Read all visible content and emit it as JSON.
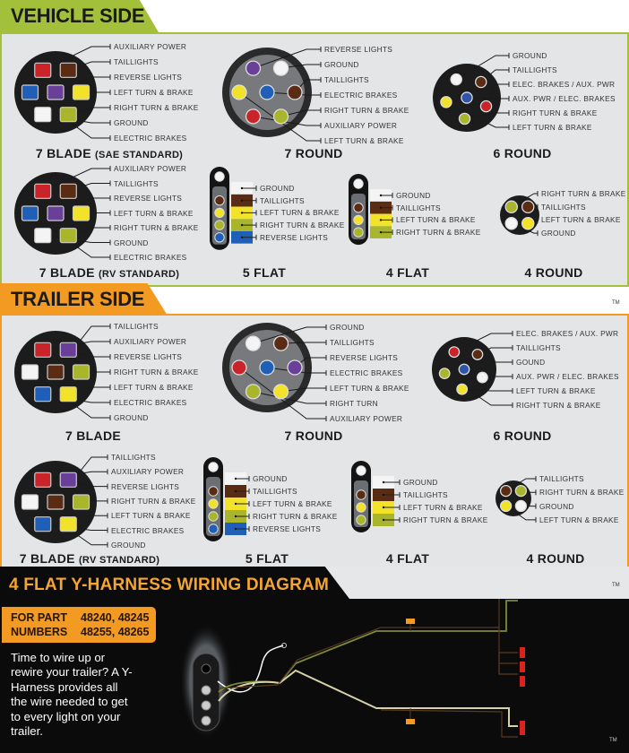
{
  "wire_colors": {
    "GROUND": "#f4f4f4",
    "TAILLIGHTS": "#5a2c14",
    "LEFT TURN & BRAKE": "#f2e22a",
    "RIGHT TURN & BRAKE": "#a9b52a",
    "REVERSE LIGHTS": "#6a3f9a",
    "ELECTRIC BRAKES": "#1f5fb8",
    "AUXILIARY POWER": "#c8242a",
    "ELEC. BRAKES / AUX. PWR": "#c8242a",
    "AUX. PWR / ELEC. BRAKES": "#2f55a8",
    "RIGHT TURN": "#a9b52a",
    "GOUND": "#f4f4f4",
    "flat_reverse": "#1f5fb8"
  },
  "vehicle_side": {
    "title": "VEHICLE SIDE",
    "connectors": [
      {
        "title": "7 BLADE",
        "subtitle": "(SAE STANDARD)",
        "labels": [
          "AUXILIARY POWER",
          "TAILLIGHTS",
          "REVERSE LIGHTS",
          "LEFT TURN & BRAKE",
          "RIGHT TURN & BRAKE",
          "GROUND",
          "ELECTRIC BRAKES"
        ]
      },
      {
        "title": "7 ROUND",
        "labels": [
          "REVERSE LIGHTS",
          "GROUND",
          "TAILLIGHTS",
          "ELECTRIC BRAKES",
          "RIGHT TURN & BRAKE",
          "AUXILIARY POWER",
          "LEFT TURN & BRAKE"
        ]
      },
      {
        "title": "6 ROUND",
        "labels": [
          "GROUND",
          "TAILLIGHTS",
          "ELEC. BRAKES / AUX. PWR",
          "AUX. PWR / ELEC. BRAKES",
          "RIGHT TURN & BRAKE",
          "LEFT TURN & BRAKE"
        ]
      },
      {
        "title": "7 BLADE",
        "subtitle": "(RV STANDARD)",
        "labels": [
          "AUXILIARY POWER",
          "TAILLIGHTS",
          "REVERSE LIGHTS",
          "LEFT TURN & BRAKE",
          "RIGHT TURN & BRAKE",
          "GROUND",
          "ELECTRIC BRAKES"
        ]
      },
      {
        "title": "5 FLAT",
        "labels": [
          "GROUND",
          "TAILLIGHTS",
          "LEFT TURN & BRAKE",
          "RIGHT TURN & BRAKE",
          "REVERSE LIGHTS"
        ]
      },
      {
        "title": "4 FLAT",
        "labels": [
          "GROUND",
          "TAILLIGHTS",
          "LEFT TURN & BRAKE",
          "RIGHT TURN & BRAKE"
        ]
      },
      {
        "title": "4 ROUND",
        "labels": [
          "RIGHT TURN & BRAKE",
          "TAILLIGHTS",
          "LEFT TURN & BRAKE",
          "GROUND"
        ]
      }
    ]
  },
  "trailer_side": {
    "title": "TRAILER SIDE",
    "connectors": [
      {
        "title": "7 BLADE",
        "labels": [
          "TAILLIGHTS",
          "AUXILIARY POWER",
          "REVERSE LIGHTS",
          "RIGHT TURN & BRAKE",
          "LEFT TURN & BRAKE",
          "ELECTRIC BRAKES",
          "GROUND"
        ]
      },
      {
        "title": "7 ROUND",
        "labels": [
          "GROUND",
          "TAILLIGHTS",
          "REVERSE LIGHTS",
          "ELECTRIC BRAKES",
          "LEFT TURN & BRAKE",
          "RIGHT TURN",
          "AUXILIARY POWER"
        ]
      },
      {
        "title": "6 ROUND",
        "labels": [
          "ELEC. BRAKES / AUX. PWR",
          "TAILLIGHTS",
          "GOUND",
          "AUX. PWR / ELEC. BRAKES",
          "LEFT TURN & BRAKE",
          "RIGHT TURN & BRAKE"
        ]
      },
      {
        "title": "7 BLADE",
        "subtitle": "(RV STANDARD)",
        "labels": [
          "TAILLIGHTS",
          "AUXILIARY POWER",
          "REVERSE LIGHTS",
          "RIGHT TURN & BRAKE",
          "LEFT TURN & BRAKE",
          "ELECTRIC BRAKES",
          "GROUND"
        ]
      },
      {
        "title": "5 FLAT",
        "labels": [
          "GROUND",
          "TAILLIGHTS",
          "LEFT TURN & BRAKE",
          "RIGHT TURN & BRAKE",
          "REVERSE LIGHTS"
        ]
      },
      {
        "title": "4 FLAT",
        "labels": [
          "GROUND",
          "TAILLIGHTS",
          "LEFT TURN & BRAKE",
          "RIGHT TURN & BRAKE"
        ]
      },
      {
        "title": "4 ROUND",
        "labels": [
          "TAILLIGHTS",
          "RIGHT TURN & BRAKE",
          "GROUND",
          "LEFT TURN & BRAKE"
        ]
      }
    ]
  },
  "trademark": "TM",
  "harness": {
    "title": "4 FLAT Y-HARNESS WIRING DIAGRAM",
    "part_label_1": "FOR PART",
    "part_label_2": "NUMBERS",
    "part_numbers_1": "48240, 48245",
    "part_numbers_2": "48255, 48265",
    "description": "Time to wire up or rewire your trailer? A Y-Harness provides all the wire needed to get to every light on your trailer.",
    "accent_color": "#f29a22"
  }
}
